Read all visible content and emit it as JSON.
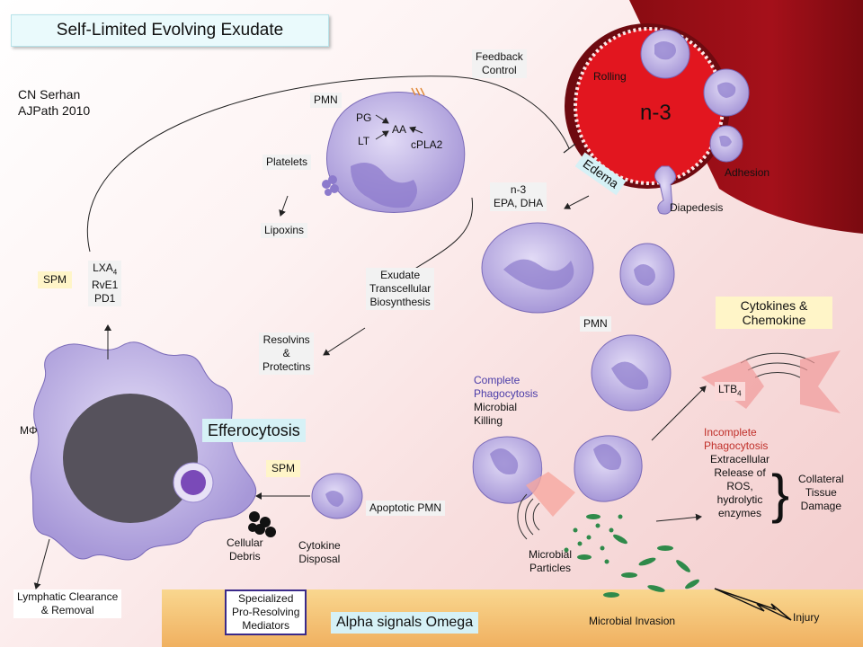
{
  "title": "Self-Limited Evolving Exudate",
  "citation": {
    "line1": "CN Serhan",
    "line2": "AJPath 2010"
  },
  "feedback": {
    "line1": "Feedback",
    "line2": "Control"
  },
  "vessel": {
    "rolling": "Rolling",
    "n3": "n-3",
    "adhesion": "Adhesion",
    "diapedesis": "Diapedesis",
    "edema": "Edema"
  },
  "pmn_top": {
    "label": "PMN",
    "pg": "PG",
    "aa": "AA",
    "lt": "LT",
    "cpla2": "cPLA2"
  },
  "platelets": "Platelets",
  "lipoxins": "Lipoxins",
  "epa_box": {
    "line1": "n-3",
    "line2": "EPA, DHA"
  },
  "exudate_box": {
    "line1": "Exudate",
    "line2": "Transcellular",
    "line3": "Biosynthesis"
  },
  "spm_top": "SPM",
  "mediators": {
    "lxa": "LXA",
    "lxa_sub": "4",
    "rve1": "RvE1",
    "pd1": "PD1"
  },
  "resolvins": {
    "line1": "Resolvins",
    "line2": "&",
    "line3": "Protectins"
  },
  "pmn_mid": "PMN",
  "cytokines": {
    "line1": "Cytokines &",
    "line2": "Chemokine"
  },
  "ltb": {
    "text": "LTB",
    "sub": "4"
  },
  "complete": {
    "line1": "Complete",
    "line2": "Phagocytosis",
    "line3": "Microbial",
    "line4": "Killing"
  },
  "incomplete": {
    "line1": "Incomplete",
    "line2": "Phagocytosis",
    "line3": "Extracellular",
    "line4": "Release of",
    "line5": "ROS,",
    "line6": "hydrolytic",
    "line7": "enzymes"
  },
  "collateral": {
    "line1": "Collateral",
    "line2": "Tissue",
    "line3": "Damage"
  },
  "macrophage": "MΦ",
  "efferocytosis": "Efferocytosis",
  "spm_bottom": "SPM",
  "apoptotic": "Apoptotic PMN",
  "debris": {
    "line1": "Cellular",
    "line2": "Debris"
  },
  "cytokine_disposal": {
    "line1": "Cytokine",
    "line2": "Disposal"
  },
  "microbial_particles": {
    "line1": "Microbial",
    "line2": "Particles"
  },
  "lymphatic": {
    "line1": "Lymphatic Clearance",
    "line2": "& Removal"
  },
  "specialized": {
    "line1": "Specialized",
    "line2": "Pro-Resolving",
    "line3": "Mediators"
  },
  "alpha_omega": "Alpha signals Omega",
  "microbial_invasion": "Microbial Invasion",
  "injury": "Injury",
  "colors": {
    "vessel": "#c0101a",
    "lumen": "#e21b22",
    "cell": "#b3a3e0",
    "nucleus": "#8470c4",
    "microbe": "#2f8a4a",
    "tissue": "#f7c67a"
  }
}
